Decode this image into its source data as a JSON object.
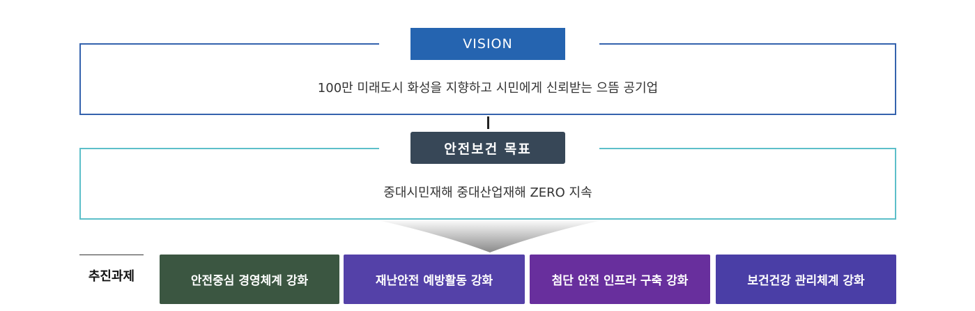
{
  "vision": {
    "title": "VISION",
    "text": "100만 미래도시 화성을 지향하고 시민에게 신뢰받는 으뜸 공기업"
  },
  "goal": {
    "title": "안전보건 목표",
    "text": "중대시민재해 중대산업재해 ZERO 지속"
  },
  "tasks": {
    "label": "추진과제",
    "items": [
      {
        "label": "안전중심 경영체계 강화",
        "color": "#3b5641"
      },
      {
        "label": "재난안전 예방활동 강화",
        "color": "#5441a8"
      },
      {
        "label": "첨단 안전 인프라 구축 강화",
        "color": "#682f9d"
      },
      {
        "label": "보건건강 관리체계 강화",
        "color": "#4a3ea6"
      }
    ]
  }
}
